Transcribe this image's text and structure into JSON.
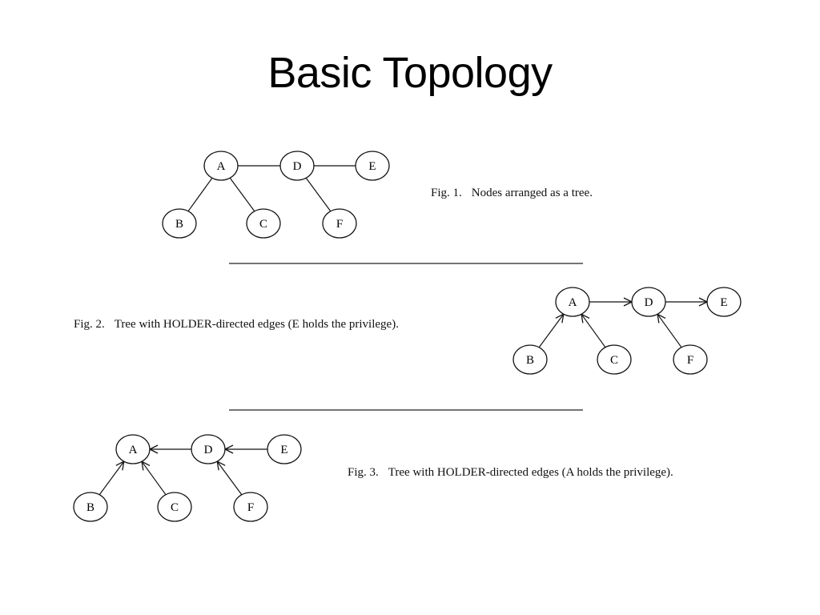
{
  "slide": {
    "title": "Basic Topology"
  },
  "figures": [
    {
      "id": "fig1",
      "caption_number": "Fig. 1.",
      "caption_text": "Nodes arranged as a tree.",
      "nodes": [
        "A",
        "B",
        "C",
        "D",
        "E",
        "F"
      ],
      "edges": [
        {
          "from": "A",
          "to": "D",
          "directed": false
        },
        {
          "from": "D",
          "to": "E",
          "directed": false
        },
        {
          "from": "A",
          "to": "B",
          "directed": false
        },
        {
          "from": "A",
          "to": "C",
          "directed": false
        },
        {
          "from": "D",
          "to": "F",
          "directed": false
        }
      ]
    },
    {
      "id": "fig2",
      "caption_number": "Fig. 2.",
      "caption_text": "Tree with HOLDER-directed edges (E holds the privilege).",
      "nodes": [
        "A",
        "B",
        "C",
        "D",
        "E",
        "F"
      ],
      "edges": [
        {
          "from": "A",
          "to": "D",
          "directed": true
        },
        {
          "from": "D",
          "to": "E",
          "directed": true
        },
        {
          "from": "B",
          "to": "A",
          "directed": true
        },
        {
          "from": "C",
          "to": "A",
          "directed": true
        },
        {
          "from": "F",
          "to": "D",
          "directed": true
        }
      ]
    },
    {
      "id": "fig3",
      "caption_number": "Fig. 3.",
      "caption_text": "Tree with HOLDER-directed edges (A holds the privilege).",
      "nodes": [
        "A",
        "B",
        "C",
        "D",
        "E",
        "F"
      ],
      "edges": [
        {
          "from": "D",
          "to": "A",
          "directed": true
        },
        {
          "from": "E",
          "to": "D",
          "directed": true
        },
        {
          "from": "B",
          "to": "A",
          "directed": true
        },
        {
          "from": "C",
          "to": "A",
          "directed": true
        },
        {
          "from": "F",
          "to": "D",
          "directed": true
        }
      ]
    }
  ]
}
